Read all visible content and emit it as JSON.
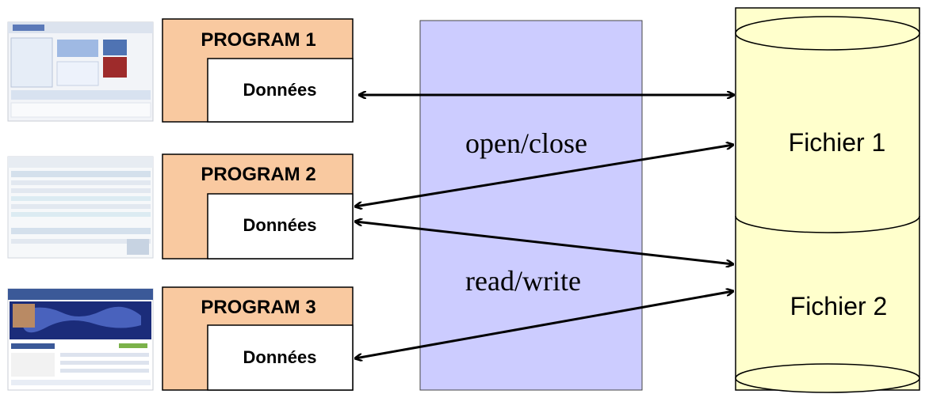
{
  "programs": [
    {
      "title": "PROGRAM 1",
      "data_label": "Données"
    },
    {
      "title": "PROGRAM 2",
      "data_label": "Données"
    },
    {
      "title": "PROGRAM 3",
      "data_label": "Données"
    }
  ],
  "os_layer": {
    "open_close_label": "open/close",
    "read_write_label": "read/write"
  },
  "files": [
    {
      "label": "Fichier 1"
    },
    {
      "label": "Fichier 2"
    }
  ],
  "colors": {
    "program_header": "#F9C9A0",
    "os_layer": "#CCCCFF",
    "file_storage": "#FFFFCC",
    "arrow": "#000000"
  }
}
